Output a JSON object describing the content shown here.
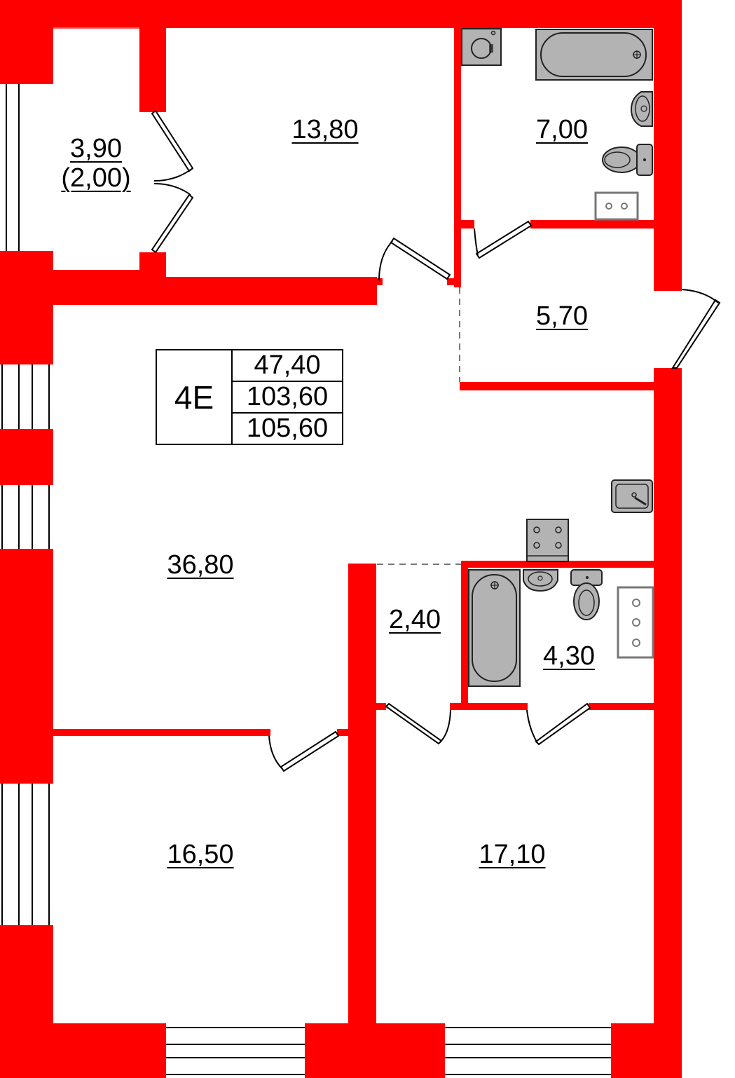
{
  "plan": {
    "wall_color": "#ff0000",
    "fixture_color": "#b3b3b3"
  },
  "apartment": {
    "code": "4E",
    "living_area": "47,40",
    "total_area": "103,60",
    "total_area_with_balcony": "105,60"
  },
  "rooms": [
    {
      "id": "balcony",
      "area": "3,90",
      "reduced_area": "(2,00)"
    },
    {
      "id": "bedroom-top",
      "area": "13,80"
    },
    {
      "id": "bathroom-top",
      "area": "7,00"
    },
    {
      "id": "hall-entry",
      "area": "5,70"
    },
    {
      "id": "living-kitchen",
      "area": "36,80"
    },
    {
      "id": "wardrobe",
      "area": "2,40"
    },
    {
      "id": "bathroom-bottom",
      "area": "4,30"
    },
    {
      "id": "bedroom-bottom-left",
      "area": "16,50"
    },
    {
      "id": "bedroom-bottom-right",
      "area": "17,10"
    }
  ]
}
